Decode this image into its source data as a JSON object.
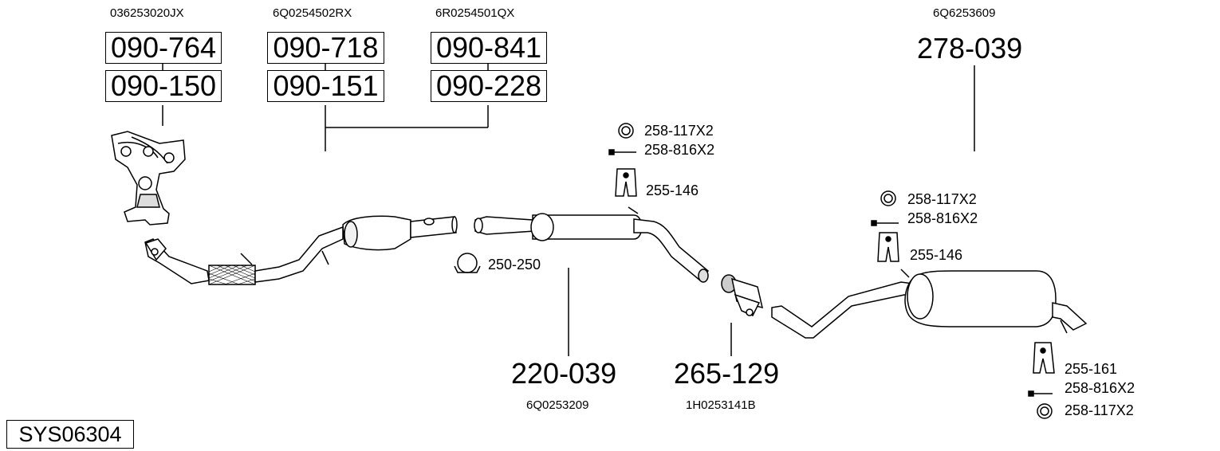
{
  "diagram_code": "SYS06304",
  "groups": [
    {
      "oem": "036253020JX",
      "parts": [
        "090-764",
        "090-150"
      ]
    },
    {
      "oem": "6Q0254502RX",
      "parts": [
        "090-718",
        "090-151"
      ]
    },
    {
      "oem": "6R0254501QX",
      "parts": [
        "090-841",
        "090-228"
      ]
    }
  ],
  "rear_silencer": {
    "oem": "6Q6253609",
    "part": "278-039"
  },
  "middle_silencer": {
    "oem": "6Q0253209",
    "part": "220-039"
  },
  "connector": {
    "oem": "1H0253141B",
    "part": "265-129"
  },
  "clamp": {
    "part": "250-250"
  },
  "fittings_middle": {
    "ring": "258-117X2",
    "bolt": "258-816X2",
    "hanger": "255-146"
  },
  "fittings_rear_upper": {
    "ring": "258-117X2",
    "bolt": "258-816X2",
    "hanger": "255-146"
  },
  "fittings_rear_lower": {
    "hanger": "255-161",
    "bolt": "258-816X2",
    "ring": "258-117X2"
  }
}
